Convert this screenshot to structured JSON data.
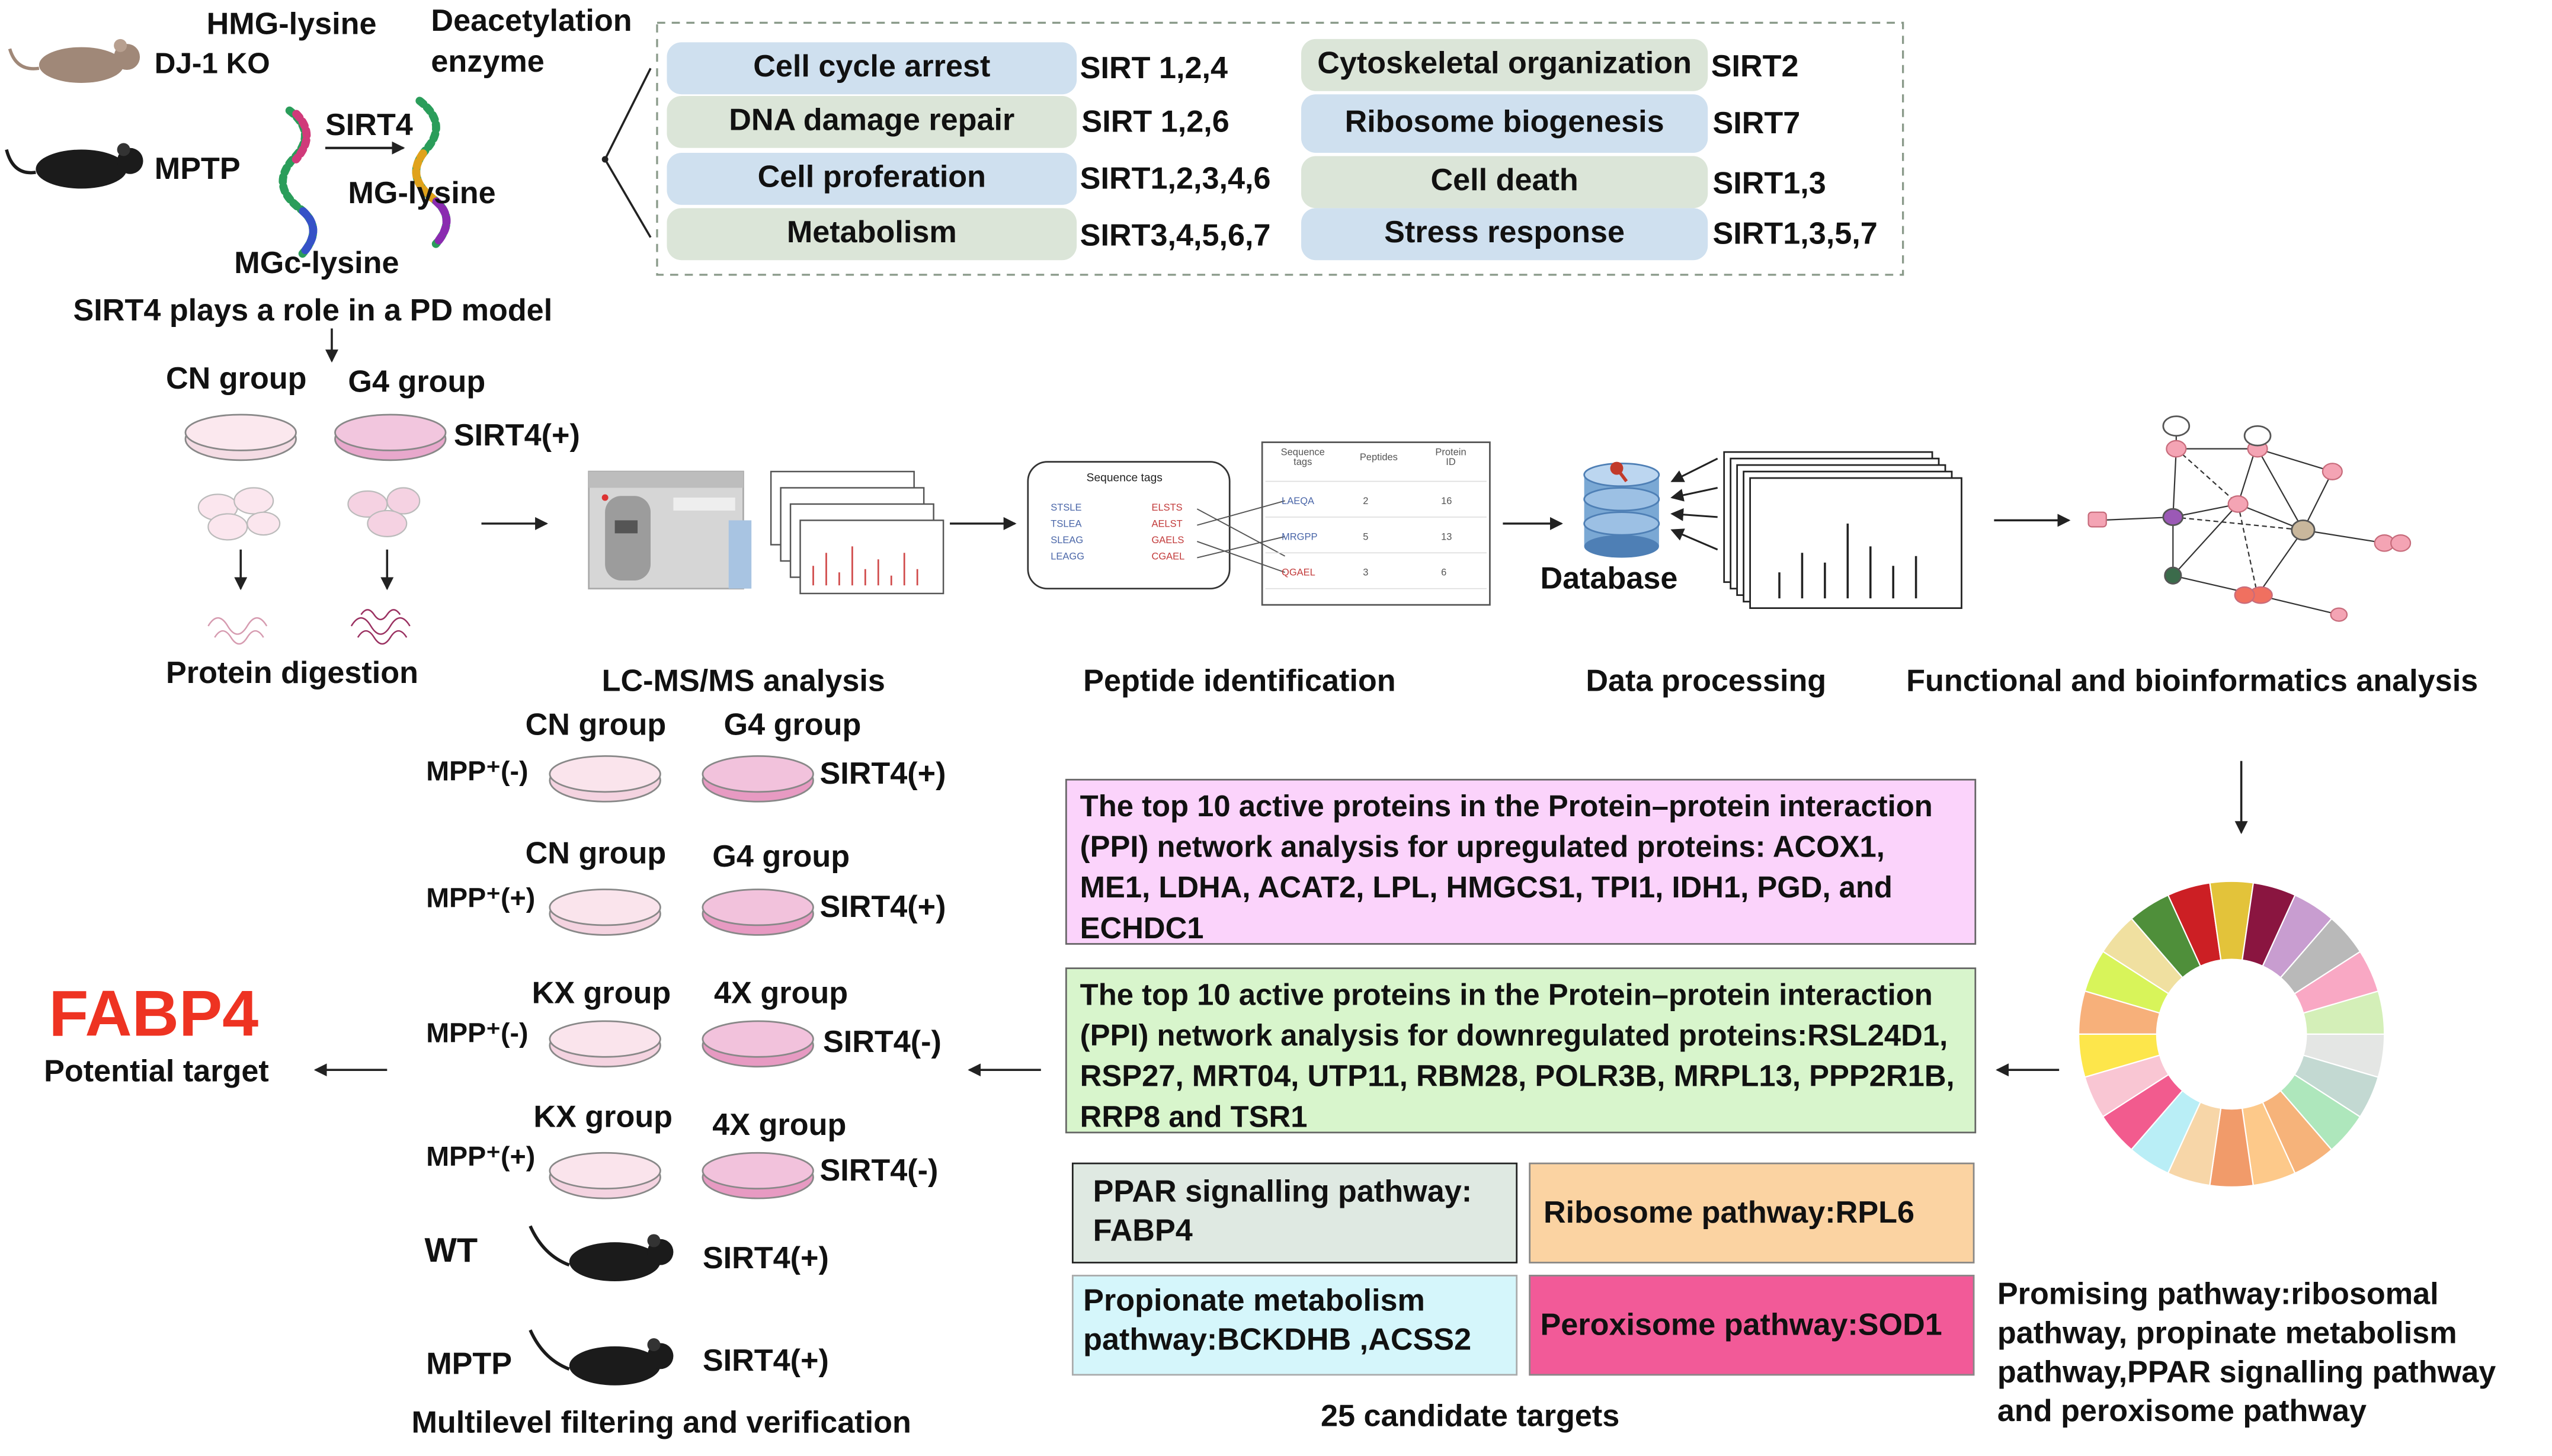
{
  "top_left": {
    "hmg": "HMG-lysine",
    "dj1": "DJ-1 KO",
    "deacetylation": "Deacetylation",
    "enzyme": "enzyme",
    "sirt4": "SIRT4",
    "mptp": "MPTP",
    "mg": "MG-lysine",
    "mgc": "MGc-lysine",
    "role": "SIRT4 plays a role in a PD model"
  },
  "functions": [
    {
      "label": "Cell cycle arrest",
      "sirt": "SIRT 1,2,4"
    },
    {
      "label": "DNA damage repair",
      "sirt": "SIRT 1,2,6"
    },
    {
      "label": "Cell proferation",
      "sirt": "SIRT1,2,3,4,6"
    },
    {
      "label": "Metabolism",
      "sirt": "SIRT3,4,5,6,7"
    },
    {
      "label": "Cytoskeletal organization",
      "sirt": "SIRT2"
    },
    {
      "label": "Ribosome biogenesis",
      "sirt": "SIRT7"
    },
    {
      "label": "Cell death",
      "sirt": "SIRT1,3"
    },
    {
      "label": "Stress response",
      "sirt": "SIRT1,3,5,7"
    }
  ],
  "workflow": {
    "cn_group": "CN group",
    "g4_group": "G4 group",
    "sirt4_pos": "SIRT4(+)",
    "protein_digestion": "Protein digestion",
    "lcms": "LC-MS/MS analysis",
    "peptide_id": "Peptide identification",
    "database": "Database",
    "data_processing": "Data processing",
    "functional": "Functional and bioinformatics analysis"
  },
  "peptide_panel": {
    "title": "Sequence tags",
    "left_tags": [
      "STSLE",
      "TSLEA",
      "SLEAG",
      "LEAGG"
    ],
    "right_tags": [
      "ELSTS",
      "AELST",
      "GAELS",
      "CGAEL"
    ],
    "headers": [
      "Sequence tags",
      "Peptides",
      "Protein ID"
    ],
    "rows": [
      [
        "LAEQA",
        "2",
        "16"
      ],
      [
        "MRGPP",
        "5",
        "13"
      ],
      [
        "QGAEL",
        "3",
        "6"
      ]
    ]
  },
  "verification": {
    "rows": [
      {
        "mpp": "MPP⁺(-)",
        "left_group": "CN group",
        "right_group": "G4 group",
        "sirt": "SIRT4(+)"
      },
      {
        "mpp": "MPP⁺(+)",
        "left_group": "CN group",
        "right_group": "G4 group",
        "sirt": "SIRT4(+)"
      },
      {
        "mpp": "MPP⁺(-)",
        "left_group": "KX group",
        "right_group": "4X group",
        "sirt": "SIRT4(-)"
      },
      {
        "mpp": "MPP⁺(+)",
        "left_group": "KX group",
        "right_group": "4X group",
        "sirt": "SIRT4(-)"
      }
    ],
    "wt": "WT",
    "wt_sirt": "SIRT4(+)",
    "mptp": "MPTP",
    "mptp_sirt": "SIRT4(+)",
    "caption": "Multilevel filtering and verification"
  },
  "target": {
    "name": "FABP4",
    "caption": "Potential target",
    "color": "#ee3322"
  },
  "ppi": {
    "up": "The top 10 active proteins in the Protein–protein interaction (PPI) network analysis for upregulated proteins: ACOX1, ME1, LDHA, ACAT2, LPL, HMGCS1, TPI1, IDH1, PGD, and ECHDC1",
    "down": "The top 10 active proteins in the Protein–protein interaction (PPI) network analysis for downregulated proteins:RSL24D1, RSP27, MRT04, UTP11, RBM28, POLR3B, MRPL13, PPP2R1B, RRP8 and TSR1",
    "up_color": "#fbd3fb",
    "down_color": "#d8f5cc"
  },
  "pathways": {
    "ppar": "PPAR signalling pathway: FABP4",
    "ribosome": "Ribosome pathway:RPL6",
    "propionate": "Propionate metabolism pathway:BCKDHB ,ACSS2",
    "peroxisome": "Peroxisome pathway:SOD1",
    "caption": "25 candidate targets",
    "colors": {
      "ppar": "#dfe9e2",
      "ribosome": "#fbd3a2",
      "propionate": "#d5f6fb",
      "peroxisome": "#f25a98"
    }
  },
  "promising": "Promising pathway:ribosomal pathway, propinate metabolism pathway,PPAR signalling pathway and peroxisome pathway",
  "donut_colors": [
    "#f9a8c4",
    "#d4efb8",
    "#e4e6e4",
    "#c3d9d2",
    "#aee7bc",
    "#f6b37a",
    "#fdc98a",
    "#f19b6a",
    "#f7d6a8",
    "#b9eef6",
    "#f25b8e",
    "#f9c6d3",
    "#fde64b",
    "#f7b07a",
    "#d8f45a",
    "#f0e0a0",
    "#4f8f3a",
    "#cc1f24",
    "#e3c33a",
    "#8a1540",
    "#c89dd0",
    "#b9b9b9"
  ]
}
